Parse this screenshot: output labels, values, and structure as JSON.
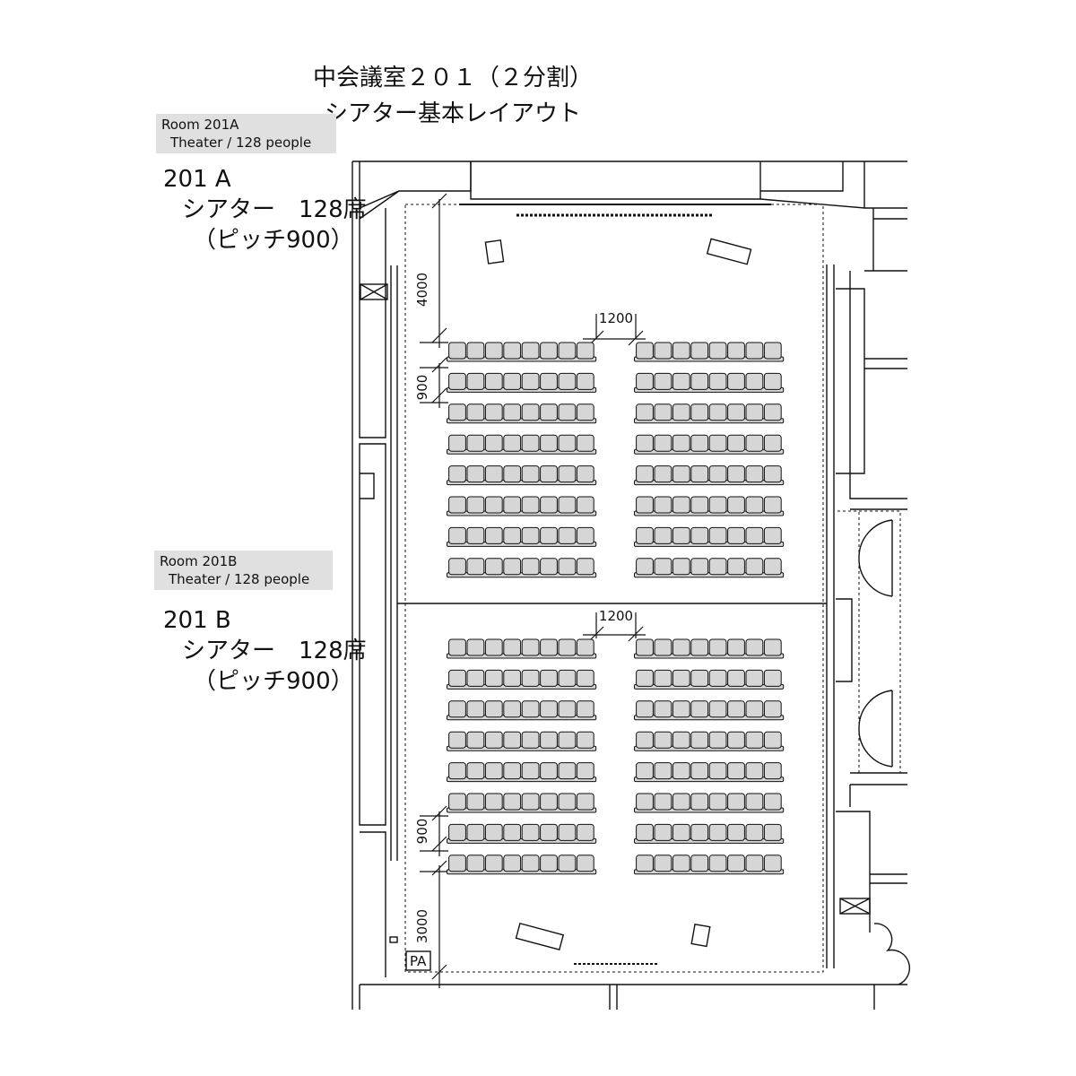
{
  "title": {
    "line1": "中会議室２０１（２分割）",
    "line2": "シアター基本レイアウト"
  },
  "rooms": [
    {
      "tag_line1": "Room 201A",
      "tag_line2": "Theater / 128 people",
      "name": "201 A",
      "layout": "シアター　128席",
      "pitch": "（ピッチ900）",
      "seat_rows": 8,
      "seats_per_block_row": 8,
      "blocks": 2
    },
    {
      "tag_line1": "Room 201B",
      "tag_line2": "Theater / 128 people",
      "name": "201 B",
      "layout": "シアター　128席",
      "pitch": "（ピッチ900）",
      "seat_rows": 8,
      "seats_per_block_row": 8,
      "blocks": 2
    }
  ],
  "dimensions": {
    "front_clearance_a": "4000",
    "row_pitch_a": "900",
    "aisle_a": "1200",
    "aisle_b": "1200",
    "row_pitch_b": "900",
    "rear_clearance_b": "3000"
  },
  "equipment": {
    "pa_label": "PA"
  },
  "colors": {
    "seat_fill": "#d6d6d6",
    "line": "#111111",
    "tag_bg": "#e0e0e0"
  }
}
